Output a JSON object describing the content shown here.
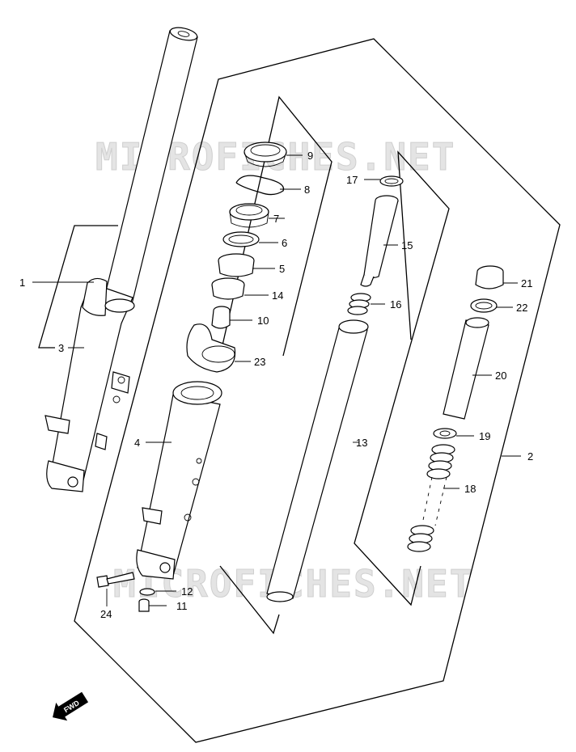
{
  "watermark": {
    "text": "MICROFICHES.NET"
  },
  "fwd_badge": {
    "label": "FWD"
  },
  "callouts": [
    {
      "id": "c1",
      "label": "1"
    },
    {
      "id": "c2",
      "label": "2"
    },
    {
      "id": "c3",
      "label": "3"
    },
    {
      "id": "c4",
      "label": "4"
    },
    {
      "id": "c5",
      "label": "5"
    },
    {
      "id": "c6",
      "label": "6"
    },
    {
      "id": "c7",
      "label": "7"
    },
    {
      "id": "c8",
      "label": "8"
    },
    {
      "id": "c9",
      "label": "9"
    },
    {
      "id": "c10",
      "label": "10"
    },
    {
      "id": "c11",
      "label": "11"
    },
    {
      "id": "c12",
      "label": "12"
    },
    {
      "id": "c13",
      "label": "13"
    },
    {
      "id": "c14",
      "label": "14"
    },
    {
      "id": "c15",
      "label": "15"
    },
    {
      "id": "c16",
      "label": "16"
    },
    {
      "id": "c17",
      "label": "17"
    },
    {
      "id": "c18",
      "label": "18"
    },
    {
      "id": "c19",
      "label": "19"
    },
    {
      "id": "c20",
      "label": "20"
    },
    {
      "id": "c21",
      "label": "21"
    },
    {
      "id": "c22",
      "label": "22"
    },
    {
      "id": "c23",
      "label": "23"
    },
    {
      "id": "c24",
      "label": "24"
    }
  ]
}
